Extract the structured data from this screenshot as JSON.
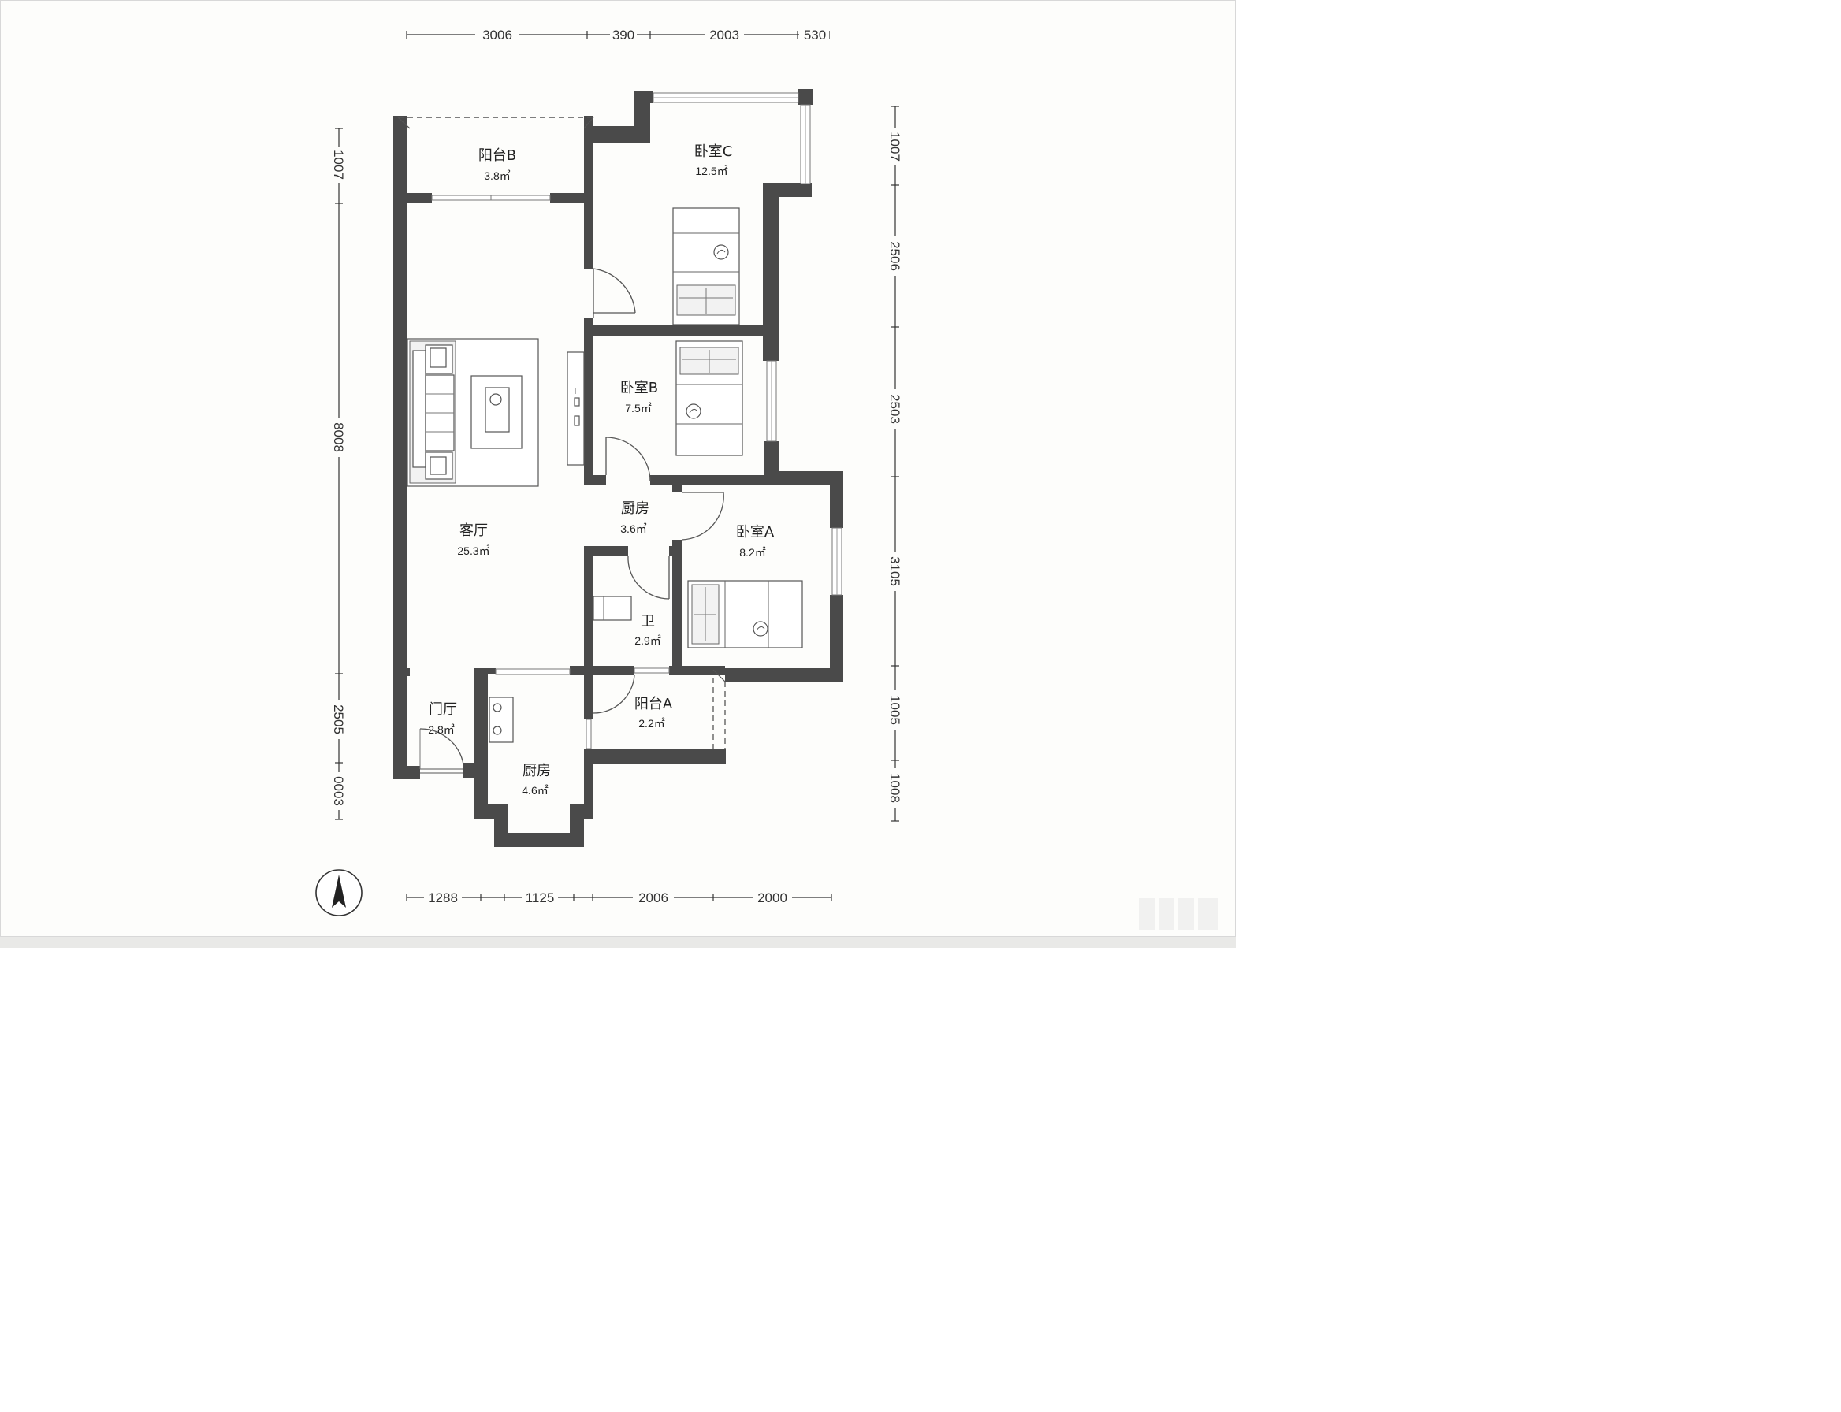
{
  "dimensions": {
    "top": [
      "3006",
      "390",
      "2003",
      "530"
    ],
    "bottom": [
      "1288",
      "1125",
      "2006",
      "2000"
    ],
    "left": [
      "1007",
      "8008",
      "2505",
      "0003"
    ],
    "right": [
      "1007",
      "2506",
      "2503",
      "3105",
      "1005",
      "1008"
    ]
  },
  "rooms": {
    "balcony_b": {
      "name": "阳台B",
      "area": "3.8㎡"
    },
    "bedroom_c": {
      "name": "卧室C",
      "area": "12.5㎡"
    },
    "bedroom_b": {
      "name": "卧室B",
      "area": "7.5㎡"
    },
    "kitchen_mid": {
      "name": "厨房",
      "area": "3.6㎡"
    },
    "bedroom_a": {
      "name": "卧室A",
      "area": "8.2㎡"
    },
    "living": {
      "name": "客厅",
      "area": "25.3㎡"
    },
    "bath": {
      "name": "卫",
      "area": "2.9㎡"
    },
    "balcony_a": {
      "name": "阳台A",
      "area": "2.2㎡"
    },
    "foyer": {
      "name": "门厅",
      "area": "2.8㎡"
    },
    "kitchen": {
      "name": "厨房",
      "area": "4.6㎡"
    }
  },
  "icons": {
    "north_arrow": "north-arrow-icon"
  },
  "colors": {
    "wall": "#4a4a4a",
    "background": "#fdfdfb"
  }
}
